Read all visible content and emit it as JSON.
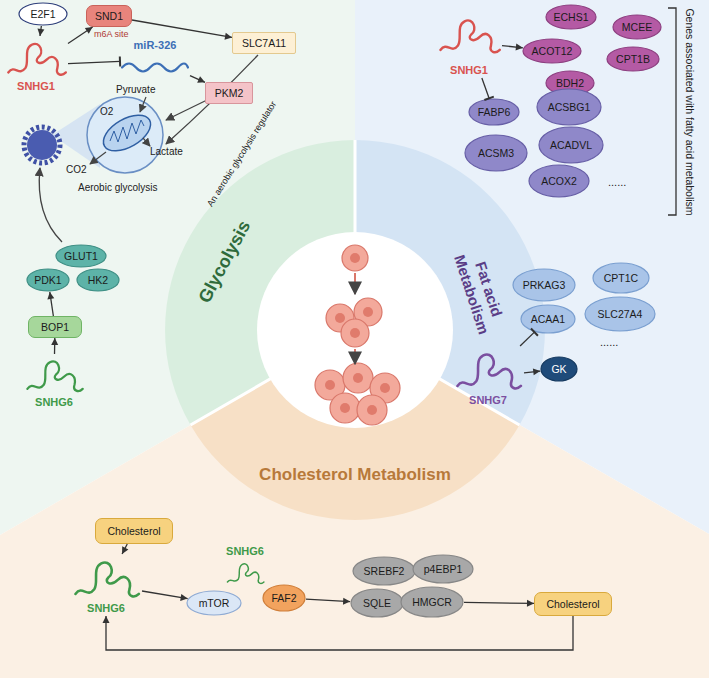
{
  "diagram": {
    "nodes": [
      {
        "text": [
          "E2F1"
        ]
      },
      {
        "text": [
          "SNHG1"
        ]
      },
      {
        "text": [
          "SND1"
        ]
      },
      {
        "text": [
          "SLC7A11"
        ]
      },
      {
        "text": [
          "miR-326"
        ]
      },
      {
        "text": [
          "PKM2"
        ]
      },
      {
        "text": [
          "GLUT1"
        ]
      },
      {
        "text": [
          "PDK1"
        ]
      },
      {
        "text": [
          "HK2"
        ]
      },
      {
        "text": [
          "BOP1"
        ]
      },
      {
        "text": [
          "SNHG6"
        ]
      },
      {
        "text": [
          "SNHG1"
        ]
      },
      {
        "text": [
          "ECHS1"
        ]
      },
      {
        "text": [
          "MCEE"
        ]
      },
      {
        "text": [
          "ACOT12"
        ]
      },
      {
        "text": [
          "CPT1B"
        ]
      },
      {
        "text": [
          "BDH2"
        ]
      },
      {
        "text": [
          "FABP6"
        ]
      },
      {
        "text": [
          "ACSBG1"
        ]
      },
      {
        "text": [
          "ACADVL"
        ]
      },
      {
        "text": [
          "ACSM3"
        ]
      },
      {
        "text": [
          "ACOX2"
        ]
      },
      {
        "text": [
          "PRKAG3"
        ]
      },
      {
        "text": [
          "CPT1C"
        ]
      },
      {
        "text": [
          "ACAA1"
        ]
      },
      {
        "text": [
          "SLC27A4"
        ]
      },
      {
        "text": [
          "GK"
        ]
      },
      {
        "text": [
          "SNHG7"
        ]
      },
      {
        "text": [
          "Cholesterol"
        ]
      },
      {
        "text": [
          "SNHG6"
        ]
      },
      {
        "text": [
          "mTOR"
        ]
      },
      {
        "text": [
          "SNHG6"
        ]
      },
      {
        "text": [
          "FAF2"
        ]
      },
      {
        "text": [
          "SREBF2"
        ]
      },
      {
        "text": [
          "p4EBP1"
        ]
      },
      {
        "text": [
          "SQLE"
        ]
      },
      {
        "text": [
          "HMGCR"
        ]
      },
      {
        "text": [
          "Cholesterol"
        ]
      }
    ],
    "edges": [
      {
        "from": 0,
        "to": 1,
        "arrow": "to"
      },
      {
        "from": 1,
        "to": 2,
        "label": "m6A site",
        "arrow": "to"
      },
      {
        "from": 2,
        "to": 3,
        "arrow": "to"
      },
      {
        "from": 1,
        "to": 4,
        "arrow": "to"
      },
      {
        "from": 4,
        "to": 5,
        "arrow": "to"
      },
      {
        "from": 10,
        "to": 9,
        "arrow": "to"
      },
      {
        "from": 9,
        "to": 7,
        "arrow": "to"
      },
      {
        "from": 11,
        "to": 14,
        "arrow": "to"
      },
      {
        "from": 11,
        "to": 17,
        "arrow": "to"
      },
      {
        "from": 27,
        "to": 26,
        "arrow": "to"
      },
      {
        "from": 27,
        "to": 24,
        "arrow": "to"
      },
      {
        "from": 28,
        "to": 29,
        "arrow": "to"
      },
      {
        "from": 29,
        "to": 30,
        "arrow": "to"
      },
      {
        "from": 32,
        "to": 35,
        "arrow": "to"
      },
      {
        "from": 36,
        "to": 37,
        "arrow": "to"
      },
      {
        "from": 37,
        "to": 29,
        "arrow": "to"
      }
    ],
    "labels": [
      "Pyruvate",
      "O2",
      "CO2",
      "Lactate",
      "Aerobic glycolysis",
      "An aerobic glycolysis regulator",
      "Glycolysis",
      "Fat acid Metabolism",
      "Cholesterol Metabolism",
      "......",
      "Genes associated with fatty acid metabolism",
      "......"
    ]
  }
}
